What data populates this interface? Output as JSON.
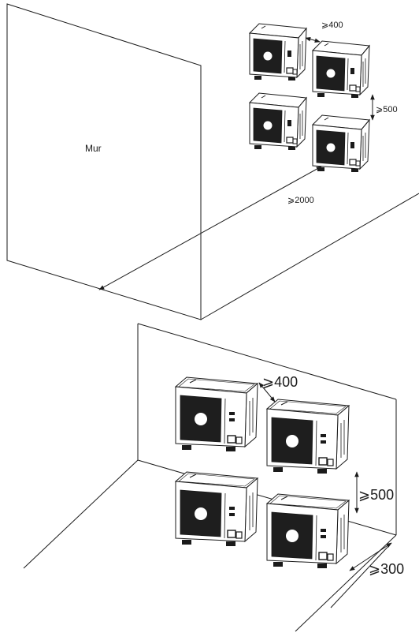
{
  "colors": {
    "line": "#1a1a1a",
    "panel_dark": "#1e1e1e",
    "background": "#ffffff"
  },
  "diagram_top": {
    "wall_label": "Mur",
    "spacing_horizontal": "⩾400",
    "spacing_vertical": "⩾500",
    "distance_to_wall": "⩾2000"
  },
  "diagram_bottom": {
    "spacing_horizontal": "⩾400",
    "spacing_vertical": "⩾500",
    "distance_to_wall": "⩾300"
  },
  "icons": [
    "outdoor-unit-icon"
  ]
}
